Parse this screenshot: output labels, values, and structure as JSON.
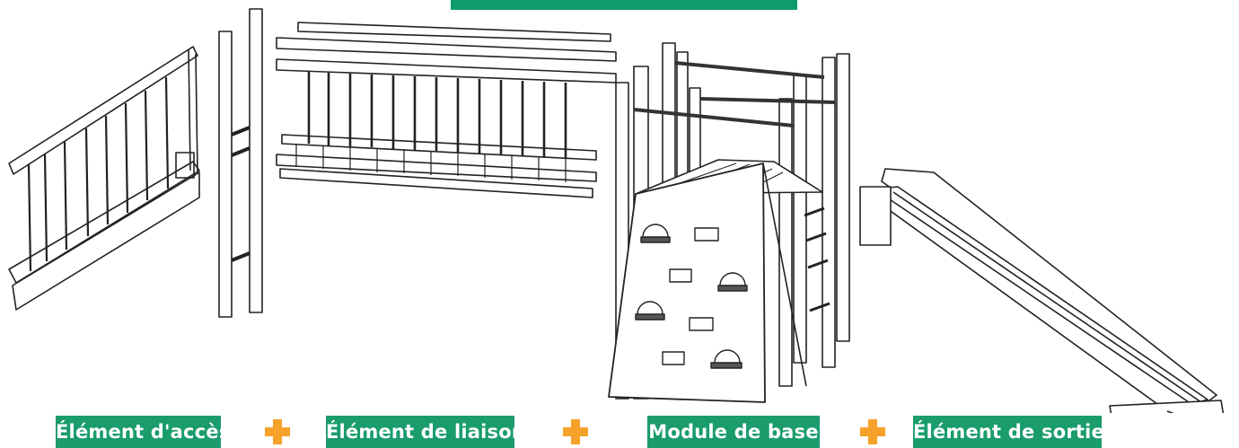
{
  "labels": {
    "access": "Élément d'accès",
    "link": "Élément de liaison",
    "base": "Module de base",
    "exit": "Élément de sortie"
  },
  "colors": {
    "label_bg": "#1a9c6c",
    "plus": "#f5a12a",
    "top_bar": "#0f9b6b",
    "line": "#222222"
  },
  "icons": [
    "plus-icon"
  ]
}
